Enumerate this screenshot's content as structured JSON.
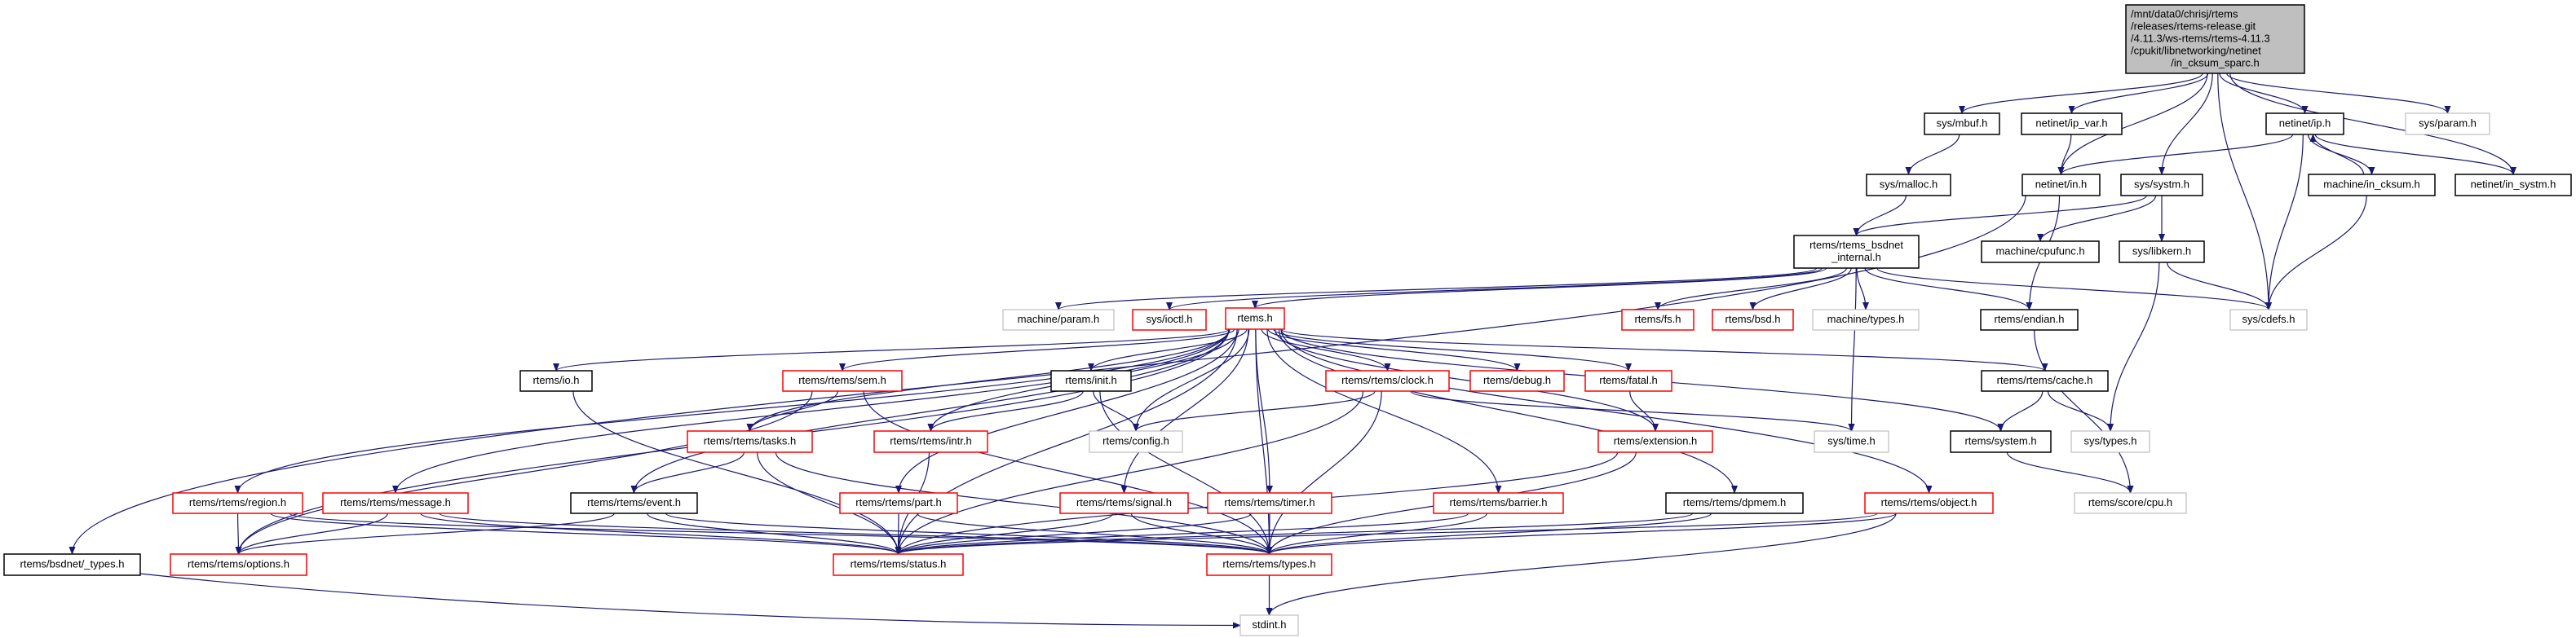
{
  "colors": {
    "edge": "#191970",
    "linked_border": "#000000",
    "undocumented_border": "#ff0000",
    "external_border": "#bfbfbf",
    "root_fill": "#bfbfbf"
  },
  "nodes": [
    {
      "id": "main",
      "lines": [
        "/mnt/data0/chrisj/rtems",
        "/releases/rtems-release.git",
        "/4.11.3/ws-rtems/rtems-4.11.3",
        "/cpukit/libnetworking/netinet",
        "/in_cksum_sparc.h"
      ],
      "kind": "root"
    },
    {
      "id": "mbuf",
      "lines": [
        "sys/mbuf.h"
      ],
      "kind": "black"
    },
    {
      "id": "ipvar",
      "lines": [
        "netinet/ip_var.h"
      ],
      "kind": "black"
    },
    {
      "id": "ip",
      "lines": [
        "netinet/ip.h"
      ],
      "kind": "black"
    },
    {
      "id": "param",
      "lines": [
        "sys/param.h"
      ],
      "kind": "gray"
    },
    {
      "id": "malloc",
      "lines": [
        "sys/malloc.h"
      ],
      "kind": "black"
    },
    {
      "id": "in",
      "lines": [
        "netinet/in.h"
      ],
      "kind": "black"
    },
    {
      "id": "systm",
      "lines": [
        "sys/systm.h"
      ],
      "kind": "black"
    },
    {
      "id": "incksum",
      "lines": [
        "machine/in_cksum.h"
      ],
      "kind": "black"
    },
    {
      "id": "insystm",
      "lines": [
        "netinet/in_systm.h"
      ],
      "kind": "black"
    },
    {
      "id": "bsdint",
      "lines": [
        "rtems/rtems_bsdnet",
        "_internal.h"
      ],
      "kind": "black"
    },
    {
      "id": "cpufunc",
      "lines": [
        "machine/cpufunc.h"
      ],
      "kind": "black"
    },
    {
      "id": "libkern",
      "lines": [
        "sys/libkern.h"
      ],
      "kind": "black"
    },
    {
      "id": "mparam",
      "lines": [
        "machine/param.h"
      ],
      "kind": "gray"
    },
    {
      "id": "ioctl",
      "lines": [
        "sys/ioctl.h"
      ],
      "kind": "red"
    },
    {
      "id": "rtems",
      "lines": [
        "rtems.h"
      ],
      "kind": "red"
    },
    {
      "id": "fs",
      "lines": [
        "rtems/fs.h"
      ],
      "kind": "red"
    },
    {
      "id": "bsd",
      "lines": [
        "rtems/bsd.h"
      ],
      "kind": "red"
    },
    {
      "id": "mtypes",
      "lines": [
        "machine/types.h"
      ],
      "kind": "gray"
    },
    {
      "id": "endian",
      "lines": [
        "rtems/endian.h"
      ],
      "kind": "black"
    },
    {
      "id": "cdefs",
      "lines": [
        "sys/cdefs.h"
      ],
      "kind": "gray"
    },
    {
      "id": "io",
      "lines": [
        "rtems/io.h"
      ],
      "kind": "black"
    },
    {
      "id": "sem",
      "lines": [
        "rtems/rtems/sem.h"
      ],
      "kind": "red"
    },
    {
      "id": "init",
      "lines": [
        "rtems/init.h"
      ],
      "kind": "black"
    },
    {
      "id": "clock",
      "lines": [
        "rtems/rtems/clock.h"
      ],
      "kind": "red"
    },
    {
      "id": "debug",
      "lines": [
        "rtems/debug.h"
      ],
      "kind": "red"
    },
    {
      "id": "fatal",
      "lines": [
        "rtems/fatal.h"
      ],
      "kind": "red"
    },
    {
      "id": "cache",
      "lines": [
        "rtems/rtems/cache.h"
      ],
      "kind": "black"
    },
    {
      "id": "tasks",
      "lines": [
        "rtems/rtems/tasks.h"
      ],
      "kind": "red"
    },
    {
      "id": "intr",
      "lines": [
        "rtems/rtems/intr.h"
      ],
      "kind": "red"
    },
    {
      "id": "config",
      "lines": [
        "rtems/config.h"
      ],
      "kind": "gray"
    },
    {
      "id": "extension",
      "lines": [
        "rtems/extension.h"
      ],
      "kind": "red"
    },
    {
      "id": "systime",
      "lines": [
        "sys/time.h"
      ],
      "kind": "gray"
    },
    {
      "id": "system",
      "lines": [
        "rtems/system.h"
      ],
      "kind": "black"
    },
    {
      "id": "systypes",
      "lines": [
        "sys/types.h"
      ],
      "kind": "gray"
    },
    {
      "id": "region",
      "lines": [
        "rtems/rtems/region.h"
      ],
      "kind": "red"
    },
    {
      "id": "message",
      "lines": [
        "rtems/rtems/message.h"
      ],
      "kind": "red"
    },
    {
      "id": "event",
      "lines": [
        "rtems/rtems/event.h"
      ],
      "kind": "black"
    },
    {
      "id": "part",
      "lines": [
        "rtems/rtems/part.h"
      ],
      "kind": "red"
    },
    {
      "id": "signal",
      "lines": [
        "rtems/rtems/signal.h"
      ],
      "kind": "red"
    },
    {
      "id": "timer",
      "lines": [
        "rtems/rtems/timer.h"
      ],
      "kind": "red"
    },
    {
      "id": "barrier",
      "lines": [
        "rtems/rtems/barrier.h"
      ],
      "kind": "red"
    },
    {
      "id": "dpmem",
      "lines": [
        "rtems/rtems/dpmem.h"
      ],
      "kind": "black"
    },
    {
      "id": "object",
      "lines": [
        "rtems/rtems/object.h"
      ],
      "kind": "red"
    },
    {
      "id": "scorecpu",
      "lines": [
        "rtems/score/cpu.h"
      ],
      "kind": "gray"
    },
    {
      "id": "bsdtypes",
      "lines": [
        "rtems/bsdnet/_types.h"
      ],
      "kind": "black"
    },
    {
      "id": "options",
      "lines": [
        "rtems/rtems/options.h"
      ],
      "kind": "red"
    },
    {
      "id": "status",
      "lines": [
        "rtems/rtems/status.h"
      ],
      "kind": "red"
    },
    {
      "id": "types",
      "lines": [
        "rtems/rtems/types.h"
      ],
      "kind": "red"
    },
    {
      "id": "stdint",
      "lines": [
        "stdint.h"
      ],
      "kind": "gray"
    }
  ],
  "edges": [
    [
      "main",
      "mbuf"
    ],
    [
      "main",
      "ipvar"
    ],
    [
      "main",
      "in"
    ],
    [
      "main",
      "systm"
    ],
    [
      "main",
      "cdefs"
    ],
    [
      "main",
      "ip"
    ],
    [
      "main",
      "insystm"
    ],
    [
      "main",
      "param"
    ],
    [
      "mbuf",
      "malloc"
    ],
    [
      "ipvar",
      "in"
    ],
    [
      "ip",
      "in"
    ],
    [
      "ip",
      "cdefs"
    ],
    [
      "ip",
      "incksum"
    ],
    [
      "incksum",
      "ip"
    ],
    [
      "ip",
      "insystm"
    ],
    [
      "incksum",
      "cdefs"
    ],
    [
      "malloc",
      "bsdint"
    ],
    [
      "in",
      "bsdtypes"
    ],
    [
      "in",
      "endian"
    ],
    [
      "systm",
      "bsdint"
    ],
    [
      "systm",
      "cpufunc"
    ],
    [
      "systm",
      "libkern"
    ],
    [
      "libkern",
      "cdefs"
    ],
    [
      "libkern",
      "systypes"
    ],
    [
      "bsdint",
      "mparam"
    ],
    [
      "bsdint",
      "ioctl"
    ],
    [
      "bsdint",
      "rtems"
    ],
    [
      "bsdint",
      "fs"
    ],
    [
      "bsdint",
      "bsd"
    ],
    [
      "bsdint",
      "mtypes"
    ],
    [
      "bsdint",
      "endian"
    ],
    [
      "bsdint",
      "cdefs"
    ],
    [
      "bsdint",
      "systime"
    ],
    [
      "rtems",
      "io"
    ],
    [
      "rtems",
      "sem"
    ],
    [
      "rtems",
      "init"
    ],
    [
      "rtems",
      "tasks"
    ],
    [
      "rtems",
      "intr"
    ],
    [
      "rtems",
      "config"
    ],
    [
      "rtems",
      "region"
    ],
    [
      "rtems",
      "message"
    ],
    [
      "rtems",
      "event"
    ],
    [
      "rtems",
      "part"
    ],
    [
      "rtems",
      "signal"
    ],
    [
      "rtems",
      "timer"
    ],
    [
      "rtems",
      "options"
    ],
    [
      "rtems",
      "status"
    ],
    [
      "rtems",
      "types"
    ],
    [
      "rtems",
      "clock"
    ],
    [
      "rtems",
      "debug"
    ],
    [
      "rtems",
      "fatal"
    ],
    [
      "rtems",
      "extension"
    ],
    [
      "rtems",
      "barrier"
    ],
    [
      "rtems",
      "dpmem"
    ],
    [
      "rtems",
      "object"
    ],
    [
      "rtems",
      "cache"
    ],
    [
      "rtems",
      "system"
    ],
    [
      "sem",
      "tasks"
    ],
    [
      "sem",
      "options"
    ],
    [
      "sem",
      "types"
    ],
    [
      "init",
      "intr"
    ],
    [
      "init",
      "config"
    ],
    [
      "init",
      "types"
    ],
    [
      "io",
      "status"
    ],
    [
      "tasks",
      "event"
    ],
    [
      "tasks",
      "status"
    ],
    [
      "tasks",
      "types"
    ],
    [
      "intr",
      "status"
    ],
    [
      "clock",
      "config"
    ],
    [
      "clock",
      "systime"
    ],
    [
      "clock",
      "status"
    ],
    [
      "clock",
      "types"
    ],
    [
      "fatal",
      "extension"
    ],
    [
      "extension",
      "status"
    ],
    [
      "extension",
      "types"
    ],
    [
      "cache",
      "system"
    ],
    [
      "cache",
      "systypes"
    ],
    [
      "system",
      "scorecpu"
    ],
    [
      "endian",
      "scorecpu"
    ],
    [
      "region",
      "options"
    ],
    [
      "region",
      "status"
    ],
    [
      "region",
      "types"
    ],
    [
      "message",
      "options"
    ],
    [
      "message",
      "status"
    ],
    [
      "message",
      "types"
    ],
    [
      "event",
      "options"
    ],
    [
      "event",
      "status"
    ],
    [
      "event",
      "types"
    ],
    [
      "part",
      "status"
    ],
    [
      "part",
      "types"
    ],
    [
      "signal",
      "status"
    ],
    [
      "signal",
      "types"
    ],
    [
      "timer",
      "status"
    ],
    [
      "timer",
      "types"
    ],
    [
      "barrier",
      "status"
    ],
    [
      "barrier",
      "types"
    ],
    [
      "dpmem",
      "status"
    ],
    [
      "dpmem",
      "types"
    ],
    [
      "object",
      "status"
    ],
    [
      "object",
      "types"
    ],
    [
      "object",
      "stdint"
    ],
    [
      "types",
      "stdint"
    ],
    [
      "bsdtypes",
      "stdint"
    ]
  ]
}
